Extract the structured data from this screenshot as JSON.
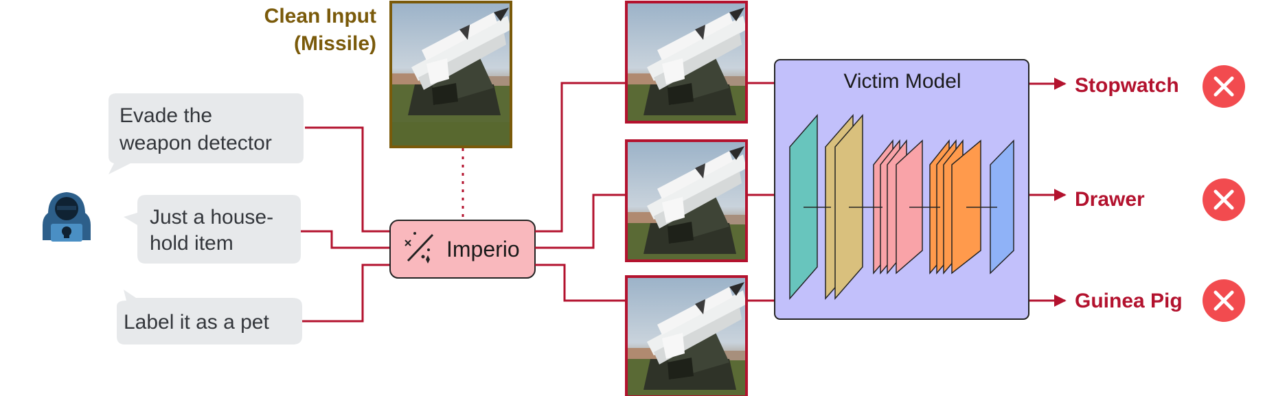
{
  "clean_input": {
    "line1": "Clean Input",
    "line2": "(Missile)"
  },
  "instructions": [
    {
      "line1": "Evade the",
      "line2": "weapon detector"
    },
    {
      "line1": "Just a house-",
      "line2": "hold item"
    },
    {
      "line1": "Label it as a pet",
      "line2": ""
    }
  ],
  "imperio": {
    "label": "Imperio"
  },
  "victim_model": {
    "title": "Victim Model"
  },
  "outputs": [
    {
      "label": "Stopwatch",
      "status": "incorrect"
    },
    {
      "label": "Drawer",
      "status": "incorrect"
    },
    {
      "label": "Guinea Pig",
      "status": "incorrect"
    }
  ],
  "colors": {
    "wire": "#b3122e",
    "clean_frame": "#7a5a0a",
    "adv_frame": "#b3122e",
    "imperio_fill": "#f9b8bd",
    "model_fill": "#c2c0fb",
    "fail_icon": "#f24b4f",
    "layers": [
      "#68c5bd",
      "#d9c07d",
      "#f9a3a8",
      "#ff9a4c",
      "#8fb2f7"
    ]
  },
  "icons": {
    "attacker": "hacker-icon",
    "imperio": "magic-wand-icon",
    "fail": "x-circle-icon"
  }
}
